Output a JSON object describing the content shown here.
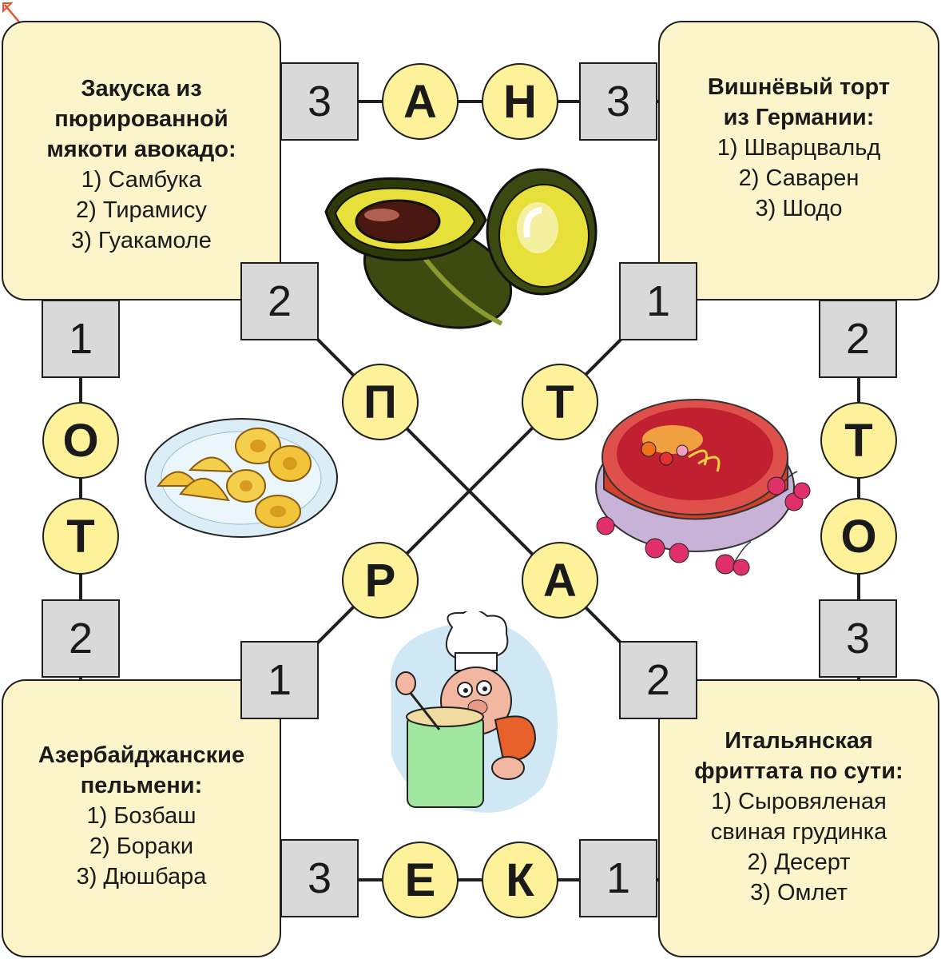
{
  "cards": {
    "top_left": {
      "question": "Закуска из\nпюрированной\nмякоти авокадо:",
      "options": [
        "1) Самбука",
        "2) Тирамису",
        "3) Гуакамоле"
      ]
    },
    "top_right": {
      "question": "Вишнёвый торт\nиз Германии:",
      "options": [
        "1) Шварцвальд",
        "2) Саварен",
        "3) Шодо"
      ]
    },
    "bottom_left": {
      "question": "Азербайджанские\nпельмени:",
      "options": [
        "1) Бозбаш",
        "2) Бораки",
        "3) Дюшбара"
      ]
    },
    "bottom_right": {
      "question": "Итальянская\nфриттата по сути:",
      "options": [
        "1) Сыровяленая\nсвиная грудинка",
        "2) Десерт",
        "3) Омлет"
      ]
    }
  },
  "numbers": {
    "top_a": "3",
    "top_b": "3",
    "left_a": "1",
    "left_b": "2",
    "right_a": "2",
    "right_b": "3",
    "bottom_a": "3",
    "bottom_b": "1",
    "diag_tl": "2",
    "diag_tr": "1",
    "diag_bl": "1",
    "diag_br": "2"
  },
  "letters": {
    "top": [
      "А",
      "Н"
    ],
    "left": [
      "О",
      "Т"
    ],
    "right": [
      "Т",
      "О"
    ],
    "bottom": [
      "Е",
      "К"
    ],
    "diag_tl": "П",
    "diag_tr": "Т",
    "diag_bl": "Р",
    "diag_br": "А"
  },
  "colors": {
    "card_bg": "#fcf5cc",
    "box_bg": "#d9d9d9",
    "circle_bg": "#fdf29a",
    "corner_arrow": "#e8502a"
  },
  "icons": {
    "corner": "arrow-icon",
    "avocado": "avocado-illustration",
    "dumplings": "dumplings-plate-illustration",
    "cake": "cherry-cake-illustration",
    "chef": "chef-illustration"
  }
}
